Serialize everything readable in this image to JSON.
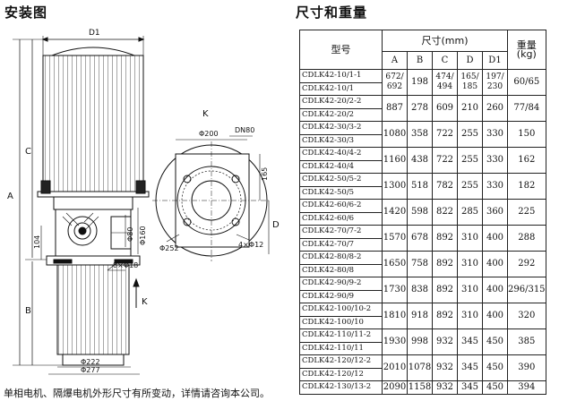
{
  "headings": {
    "installation": "安装图",
    "dimensions": "尺寸和重量"
  },
  "drawing_labels": {
    "d1": "D1",
    "a": "A",
    "c": "C",
    "b": "B",
    "d": "D",
    "k_top": "K",
    "k_side": "K",
    "phi200": "Φ200",
    "dn80": "DN80",
    "d165": "165",
    "phi80": "Φ80",
    "phi160": "Φ160",
    "d104": "104",
    "phi252": "Φ252",
    "phi12": "4×Φ12",
    "phi18": "8×Φ18",
    "phi222": "Φ222",
    "phi277": "Φ277"
  },
  "table": {
    "model_header": "型号",
    "dim_header": "尺寸(mm)",
    "weight_header": "重量",
    "weight_unit": "(kg)",
    "cols": [
      "A",
      "B",
      "C",
      "D",
      "D1"
    ],
    "rows": [
      {
        "m1": "CDLK42-10/1-1",
        "m2": "CDLK42-10/1",
        "a": "672/\n692",
        "b": "198",
        "c": "474/\n494",
        "d": "165/\n185",
        "d1": "197/\n230",
        "w": "60/65"
      },
      {
        "m1": "CDLK42-20/2-2",
        "m2": "CDLK42-20/2",
        "a": "887",
        "b": "278",
        "c": "609",
        "d": "210",
        "d1": "260",
        "w": "77/84"
      },
      {
        "m1": "CDLK42-30/3-2",
        "m2": "CDLK42-30/3",
        "a": "1080",
        "b": "358",
        "c": "722",
        "d": "255",
        "d1": "330",
        "w": "150"
      },
      {
        "m1": "CDLK42-40/4-2",
        "m2": "CDLK42-40/4",
        "a": "1160",
        "b": "438",
        "c": "722",
        "d": "255",
        "d1": "330",
        "w": "162"
      },
      {
        "m1": "CDLK42-50/5-2",
        "m2": "CDLK42-50/5",
        "a": "1300",
        "b": "518",
        "c": "782",
        "d": "255",
        "d1": "330",
        "w": "182"
      },
      {
        "m1": "CDLK42-60/6-2",
        "m2": "CDLK42-60/6",
        "a": "1420",
        "b": "598",
        "c": "822",
        "d": "285",
        "d1": "360",
        "w": "225"
      },
      {
        "m1": "CDLK42-70/7-2",
        "m2": "CDLK42-70/7",
        "a": "1570",
        "b": "678",
        "c": "892",
        "d": "310",
        "d1": "400",
        "w": "288"
      },
      {
        "m1": "CDLK42-80/8-2",
        "m2": "CDLK42-80/8",
        "a": "1650",
        "b": "758",
        "c": "892",
        "d": "310",
        "d1": "400",
        "w": "292"
      },
      {
        "m1": "CDLK42-90/9-2",
        "m2": "CDLK42-90/9",
        "a": "1730",
        "b": "838",
        "c": "892",
        "d": "310",
        "d1": "400",
        "w": "296/315"
      },
      {
        "m1": "CDLK42-100/10-2",
        "m2": "CDLK42-100/10",
        "a": "1810",
        "b": "918",
        "c": "892",
        "d": "310",
        "d1": "400",
        "w": "320"
      },
      {
        "m1": "CDLK42-110/11-2",
        "m2": "CDLK42-110/11",
        "a": "1930",
        "b": "998",
        "c": "932",
        "d": "345",
        "d1": "450",
        "w": "385"
      },
      {
        "m1": "CDLK42-120/12-2",
        "m2": "CDLK42-120/12",
        "a": "2010",
        "b": "1078",
        "c": "932",
        "d": "345",
        "d1": "450",
        "w": "390"
      }
    ],
    "last_row": {
      "m1": "CDLK42-130/13-2",
      "a": "2090",
      "b": "1158",
      "c": "932",
      "d": "345",
      "d1": "450",
      "w": "394"
    }
  },
  "footnote": "单相电机、隔爆电机外形尺寸有所变动，详情请咨询本公司。"
}
